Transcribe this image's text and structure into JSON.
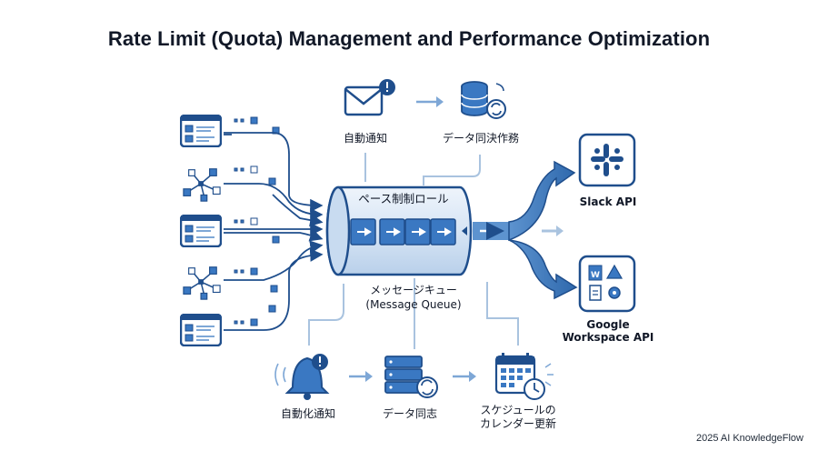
{
  "title": "Rate Limit (Quota) Management and Performance Optimization",
  "nodes": {
    "auto_notification": "自動通知",
    "data_sync_job": "データ同決作務",
    "pace_control_roll": "ペース制制ロール",
    "message_queue_jp": "メッセージキュー",
    "message_queue_en": "(Message Queue)",
    "slack_api": "Slack API",
    "google_workspace_api_line1": "Google",
    "google_workspace_api_line2": "Workspace API",
    "automation_notification": "自動化通知",
    "data_sync": "データ同志",
    "calendar_update_line1": "スケジュールの",
    "calendar_update_line2": "カレンダー更新"
  },
  "icons": [
    "document-icon",
    "network-icon",
    "envelope-alert-icon",
    "database-sync-icon",
    "bell-alert-icon",
    "server-sync-icon",
    "calendar-clock-icon",
    "slack-logo-icon",
    "google-workspace-icon",
    "arrow-right-icon"
  ],
  "colors": {
    "primary": "#1f4e8c",
    "accent": "#3a78c2",
    "light": "#dbe8f7",
    "line": "#a9c3df",
    "text": "#111827"
  },
  "footer": "2025 AI KnowledgeFlow"
}
